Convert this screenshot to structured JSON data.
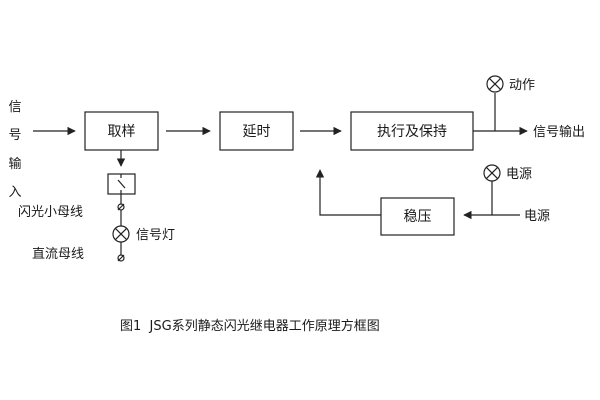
{
  "diagram": {
    "input_label_chars": [
      "信",
      "号",
      "输",
      "入"
    ],
    "blocks": {
      "sample": "取样",
      "delay": "延时",
      "exec_hold": "执行及保持",
      "regulator": "稳压"
    },
    "labels": {
      "action": "动作",
      "signal_output": "信号输出",
      "power_lamp": "电源",
      "power_input": "电源",
      "flash_bus": "闪光小母线",
      "signal_lamp": "信号灯",
      "dc_bus": "直流母线"
    },
    "caption": "图1  JSG系列静态闪光继电器工作原理方框图"
  }
}
